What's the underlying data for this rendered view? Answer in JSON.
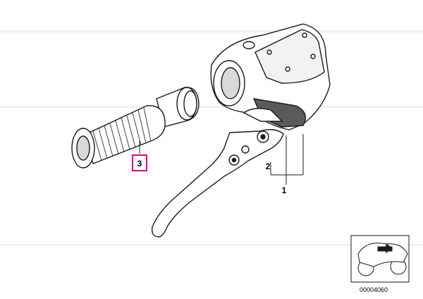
{
  "diagram": {
    "callouts": {
      "item1": "1",
      "item2": "2",
      "item3": "3"
    },
    "highlighted_callout": "3",
    "highlight_color": "#e0007a",
    "ink_color": "#1a1a1a",
    "document_number": "00004060"
  },
  "parts": [
    {
      "number": "1",
      "icon": "handlebar-switch-housing-icon"
    },
    {
      "number": "2",
      "icon": "brake-lever-icon"
    },
    {
      "number": "3",
      "icon": "handlebar-grip-icon"
    }
  ],
  "thumbnail": {
    "icon": "motorcycle-location-icon"
  }
}
